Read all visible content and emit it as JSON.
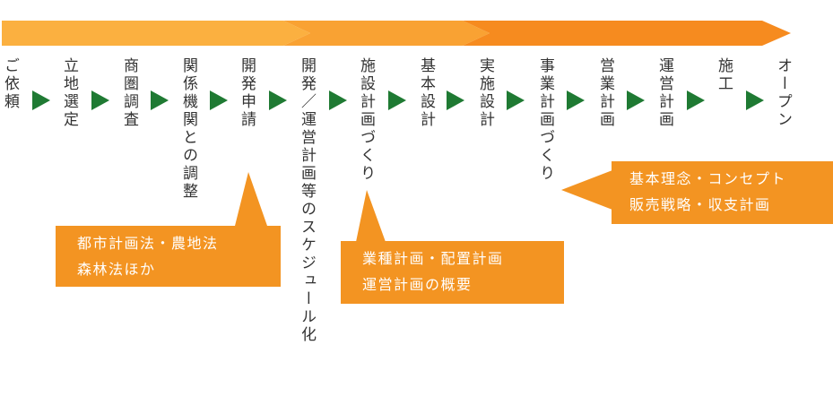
{
  "colors": {
    "bar_start": "#fbb040",
    "bar_end": "#f7941d",
    "bar_dark": "#f57f17",
    "arrow": "#1f7a33",
    "callout": "#f39422",
    "text": "#333333"
  },
  "steps": [
    {
      "label": "ご依頼"
    },
    {
      "label": "立地選定"
    },
    {
      "label": "商圏調査"
    },
    {
      "label": "関係機関との調整"
    },
    {
      "label": "開発申請"
    },
    {
      "label": "開発／運営計画等のスケジュール化"
    },
    {
      "label": "施設計画づくり"
    },
    {
      "label": "基本設計"
    },
    {
      "label": "実施設計"
    },
    {
      "label": "事業計画づくり"
    },
    {
      "label": "営業計画"
    },
    {
      "label": "運営計画"
    },
    {
      "label": "施工"
    },
    {
      "label": "オープン"
    }
  ],
  "callouts": [
    {
      "lines": [
        "都市計画法・農地法",
        "森林法ほか"
      ]
    },
    {
      "lines": [
        "業種計画・配置計画",
        "運営計画の概要"
      ]
    },
    {
      "lines": [
        "基本理念・コンセプト",
        "販売戦略・収支計画"
      ]
    }
  ]
}
